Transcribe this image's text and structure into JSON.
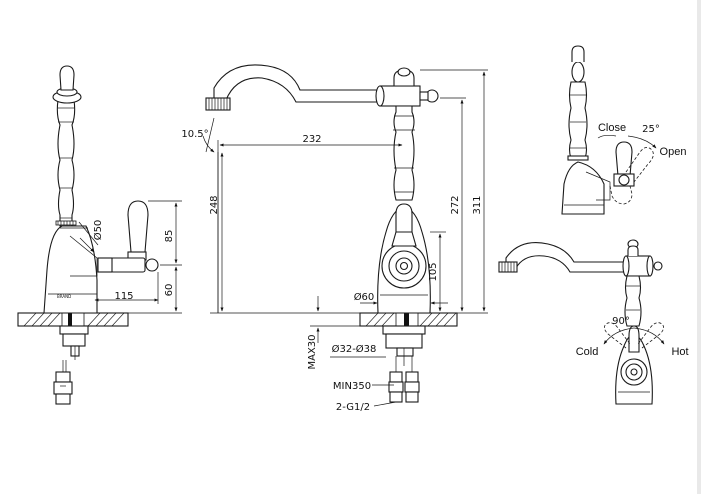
{
  "dimensions": {
    "angle": "10.5°",
    "reach": "232",
    "height_left": "248",
    "height_272": "272",
    "height_311": "311",
    "height_105": "105",
    "base_dia": "Ø60",
    "hole_dia": "Ø32-Ø38",
    "max_thickness": "MAX30",
    "hose_length": "MIN350",
    "connection": "2-G1/2",
    "side_dia": "Ø50",
    "side_85": "85",
    "side_60": "60",
    "side_115": "115"
  },
  "handle_view": {
    "close_label": "Close",
    "open_label": "Open",
    "close_angle": "25°"
  },
  "rotation_view": {
    "angle": "90°",
    "cold_label": "Cold",
    "hot_label": "Hot"
  },
  "brand_mark": "BRAND"
}
